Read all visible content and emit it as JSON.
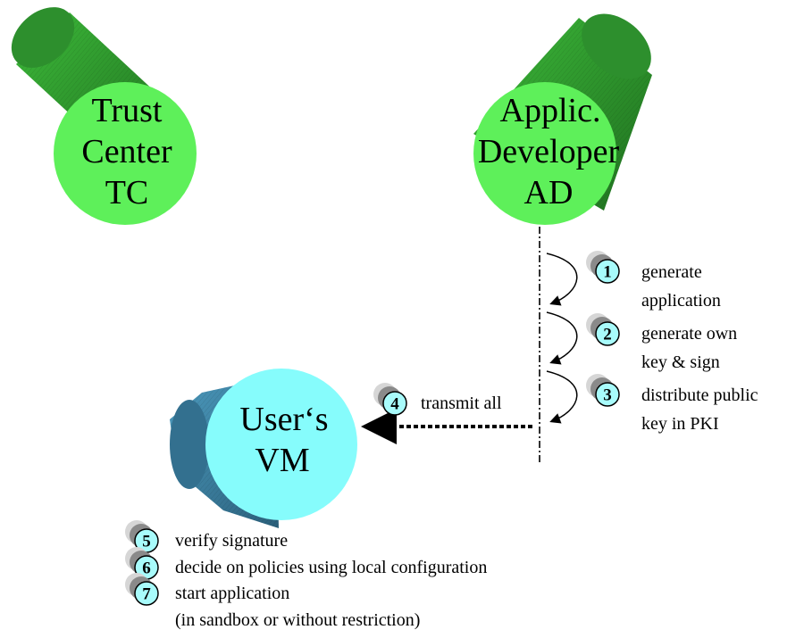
{
  "nodes": {
    "trust_center": {
      "lines": [
        "Trust",
        "Center",
        "TC"
      ]
    },
    "developer": {
      "lines": [
        "Applic.",
        "Developer",
        "AD"
      ]
    },
    "user_vm": {
      "lines": [
        "User‘s",
        "VM"
      ]
    }
  },
  "steps": [
    {
      "num": "1",
      "lines": [
        "generate",
        "application"
      ]
    },
    {
      "num": "2",
      "lines": [
        "generate own",
        "key & sign"
      ]
    },
    {
      "num": "3",
      "lines": [
        "distribute public",
        "key in PKI"
      ]
    },
    {
      "num": "4",
      "lines": [
        "transmit all"
      ]
    },
    {
      "num": "5",
      "lines": [
        "verify signature"
      ]
    },
    {
      "num": "6",
      "lines": [
        "decide on policies using local configuration"
      ]
    },
    {
      "num": "7",
      "lines": [
        "start application",
        "(in sandbox or without restriction)"
      ]
    }
  ],
  "colors": {
    "green_face": "#5ef05a",
    "green_body": "#2e9a2e",
    "green_dark": "#1f6e1f",
    "blue_face": "#86fcfc",
    "blue_body": "#3e86a8",
    "blue_dark": "#2a5f7a",
    "badge_fill": "#a8fbfb"
  }
}
